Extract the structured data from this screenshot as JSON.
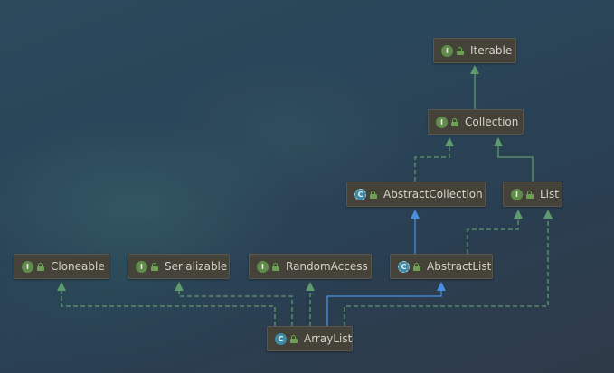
{
  "nodes": [
    {
      "id": "iterable",
      "label": "Iterable",
      "badge": "I",
      "kind": "interface"
    },
    {
      "id": "collection",
      "label": "Collection",
      "badge": "I",
      "kind": "interface"
    },
    {
      "id": "abstractcollection",
      "label": "AbstractCollection",
      "badge": "C",
      "kind": "abstract-class"
    },
    {
      "id": "list",
      "label": "List",
      "badge": "I",
      "kind": "interface"
    },
    {
      "id": "cloneable",
      "label": "Cloneable",
      "badge": "I",
      "kind": "interface"
    },
    {
      "id": "serializable",
      "label": "Serializable",
      "badge": "I",
      "kind": "interface"
    },
    {
      "id": "randomaccess",
      "label": "RandomAccess",
      "badge": "I",
      "kind": "interface"
    },
    {
      "id": "abstractlist",
      "label": "AbstractList",
      "badge": "C",
      "kind": "abstract-class"
    },
    {
      "id": "arraylist",
      "label": "ArrayList",
      "badge": "C",
      "kind": "class"
    }
  ],
  "edges": [
    {
      "from": "collection",
      "to": "iterable",
      "type": "extends"
    },
    {
      "from": "abstractcollection",
      "to": "collection",
      "type": "implements"
    },
    {
      "from": "list",
      "to": "collection",
      "type": "extends"
    },
    {
      "from": "abstractlist",
      "to": "abstractcollection",
      "type": "extends-class"
    },
    {
      "from": "abstractlist",
      "to": "list",
      "type": "implements"
    },
    {
      "from": "arraylist",
      "to": "abstractlist",
      "type": "extends-class"
    },
    {
      "from": "arraylist",
      "to": "list",
      "type": "implements"
    },
    {
      "from": "arraylist",
      "to": "cloneable",
      "type": "implements"
    },
    {
      "from": "arraylist",
      "to": "serializable",
      "type": "implements"
    },
    {
      "from": "arraylist",
      "to": "randomaccess",
      "type": "implements"
    }
  ],
  "colors": {
    "interface_edge": "#5d9a6c",
    "class_edge": "#4a8ee0",
    "node_bg": "#45423a",
    "node_text": "#d7d3c6"
  },
  "icons": {
    "interface": "interface-badge-icon",
    "class": "class-badge-icon",
    "abstract_class": "abstract-class-badge-icon",
    "visibility": "lock-icon"
  }
}
